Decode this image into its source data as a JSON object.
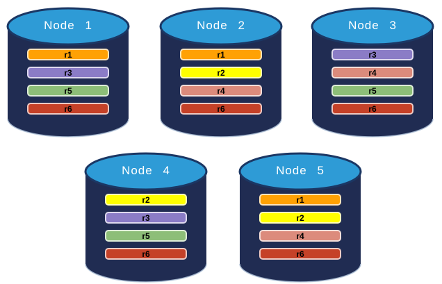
{
  "diagram": {
    "title": "replica-distribution-across-nodes",
    "replica_colors": {
      "r1": "#FFA104",
      "r2": "#FFFF00",
      "r3": "#8B7CC6",
      "r4": "#DC8B7C",
      "r5": "#8DBE78",
      "r6": "#C54128"
    },
    "nodes": [
      {
        "title": "Node 1",
        "replicas": [
          "r1",
          "r3",
          "r5",
          "r6"
        ]
      },
      {
        "title": "Node 2",
        "replicas": [
          "r1",
          "r2",
          "r4",
          "r6"
        ]
      },
      {
        "title": "Node 3",
        "replicas": [
          "r3",
          "r4",
          "r5",
          "r6"
        ]
      },
      {
        "title": "Node 4",
        "replicas": [
          "r2",
          "r3",
          "r5",
          "r6"
        ]
      },
      {
        "title": "Node 5",
        "replicas": [
          "r1",
          "r2",
          "r4",
          "r6"
        ]
      }
    ],
    "colors": {
      "cylinder_body": "#202C52",
      "cylinder_top": "#2E9BD6",
      "cylinder_outline": "#1B3764",
      "cylinder_bottom_rim": "#ADBFD6",
      "title_text": "#FFFFFF",
      "bar_text": "#000000",
      "background": "#FFFFFF"
    }
  }
}
